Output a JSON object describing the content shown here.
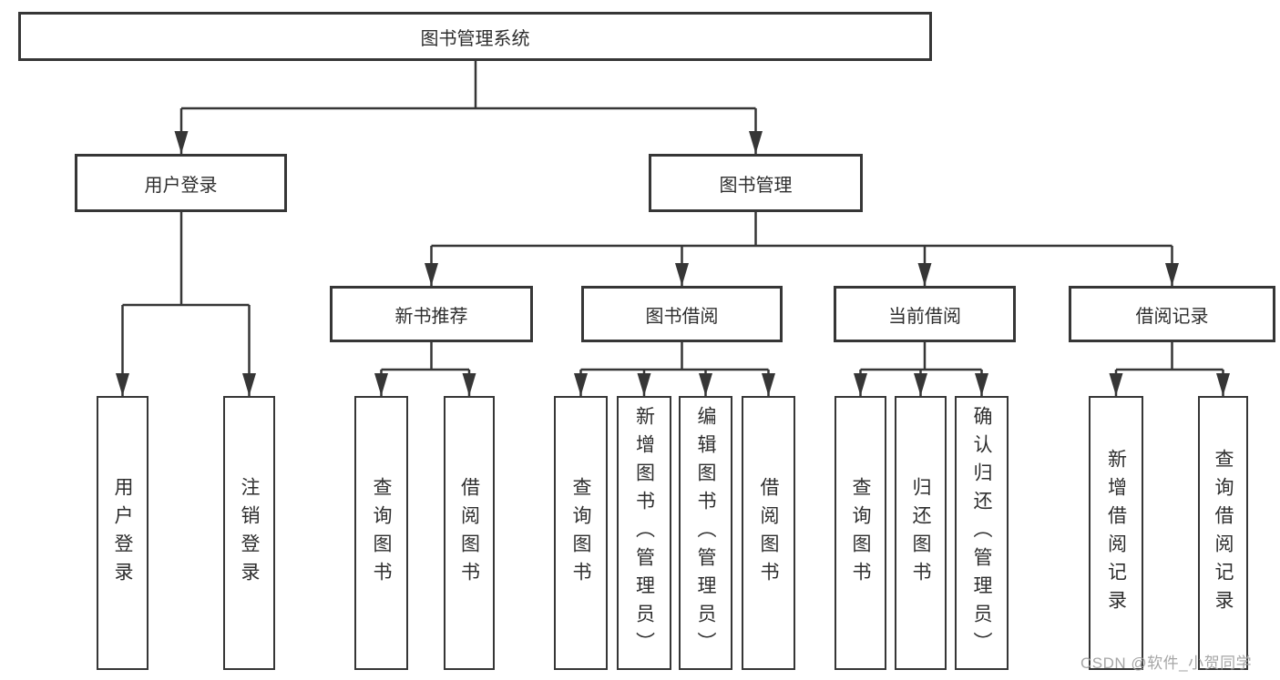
{
  "root": {
    "label": "图书管理系统"
  },
  "branches": [
    {
      "label": "用户登录",
      "children": [
        {
          "label": "用户登录"
        },
        {
          "label": "注销登录"
        }
      ]
    },
    {
      "label": "图书管理",
      "children": [
        {
          "label": "新书推荐",
          "children": [
            {
              "label": "查询图书"
            },
            {
              "label": "借阅图书"
            }
          ]
        },
        {
          "label": "图书借阅",
          "children": [
            {
              "label": "查询图书"
            },
            {
              "label": "新增图书（管理员）"
            },
            {
              "label": "编辑图书（管理员）"
            },
            {
              "label": "借阅图书"
            }
          ]
        },
        {
          "label": "当前借阅",
          "children": [
            {
              "label": "查询图书"
            },
            {
              "label": "归还图书"
            },
            {
              "label": "确认归还（管理员）"
            }
          ]
        },
        {
          "label": "借阅记录",
          "children": [
            {
              "label": "新增借阅记录"
            },
            {
              "label": "查询借阅记录"
            }
          ]
        }
      ]
    }
  ],
  "watermark": "CSDN @软件_小贺同学",
  "colors": {
    "line": "#363636",
    "text": "#2e2e2e",
    "watermark": "#9e9e9e",
    "background": "#ffffff"
  }
}
